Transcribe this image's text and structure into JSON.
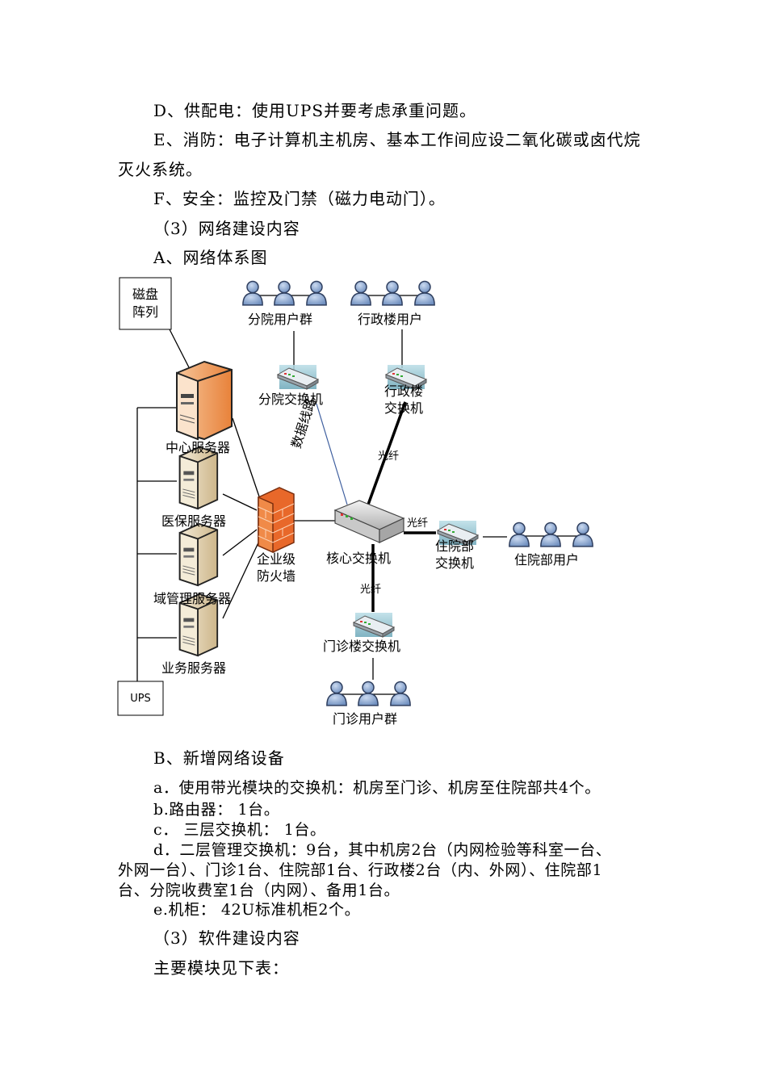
{
  "paragraphs": {
    "p_d": "D、供配电：使用UPS并要考虑承重问题。",
    "p_e1": "E、消防：电子计算机主机房、基本工作间应设二氧化碳或卤代烷",
    "p_e2": "灭火系统。",
    "p_f": "F、安全：监控及门禁（磁力电动门）。",
    "p_3a": "（3）网络建设内容",
    "p_a": "A、网络体系图",
    "p_b": "B、新增网络设备",
    "p_ba": "a．使用带光模块的交换机：机房至门诊、机房至住院部共4个。",
    "p_bb": "b.路由器：  1台。",
    "p_bc": "c．  三层交换机：  1台。",
    "p_bd1": "d．二层管理交换机：9台，其中机房2台（内网检验等科室一台、",
    "p_bd2": "外网一台）、门诊1台、住院部1台、行政楼2台（内、外网）、住院部1",
    "p_bd3": "台、分院收费室1台（内网）、备用1台。",
    "p_be": "e.机柜：  42U标准机柜2个。",
    "p_3b": "（3）软件建设内容",
    "p_main": "主要模块见下表："
  },
  "diagram": {
    "disk_array": "磁盘\n阵列",
    "disk_array_l1": "磁盘",
    "disk_array_l2": "阵列",
    "ups": "UPS",
    "central_server": "中心服务器",
    "insurance_server": "医保服务器",
    "domain_server": "域管理服务器",
    "business_server": "业务服务器",
    "firewall_l1": "企业级",
    "firewall_l2": "防火墙",
    "core_switch": "核心交换机",
    "branch_users": "分院用户群",
    "admin_users": "行政楼用户",
    "branch_switch": "分院交换机",
    "admin_switch_l1": "行政楼",
    "admin_switch_l2": "交换机",
    "data_line": "数据线路",
    "fiber_1": "光纤",
    "fiber_2": "光纤",
    "fiber_3": "光纤",
    "inpatient_switch_l1": "住院部",
    "inpatient_switch_l2": "交换机",
    "inpatient_users": "住院部用户",
    "outpatient_switch": "门诊楼交换机",
    "outpatient_users": "门诊用户群"
  },
  "colors": {
    "server_orange": "#e8823a",
    "server_tan": "#d9c6a0",
    "firewall": "#e8682a",
    "switch_teal": "#7fb8c8",
    "user_blue": "#8aa9cf"
  }
}
